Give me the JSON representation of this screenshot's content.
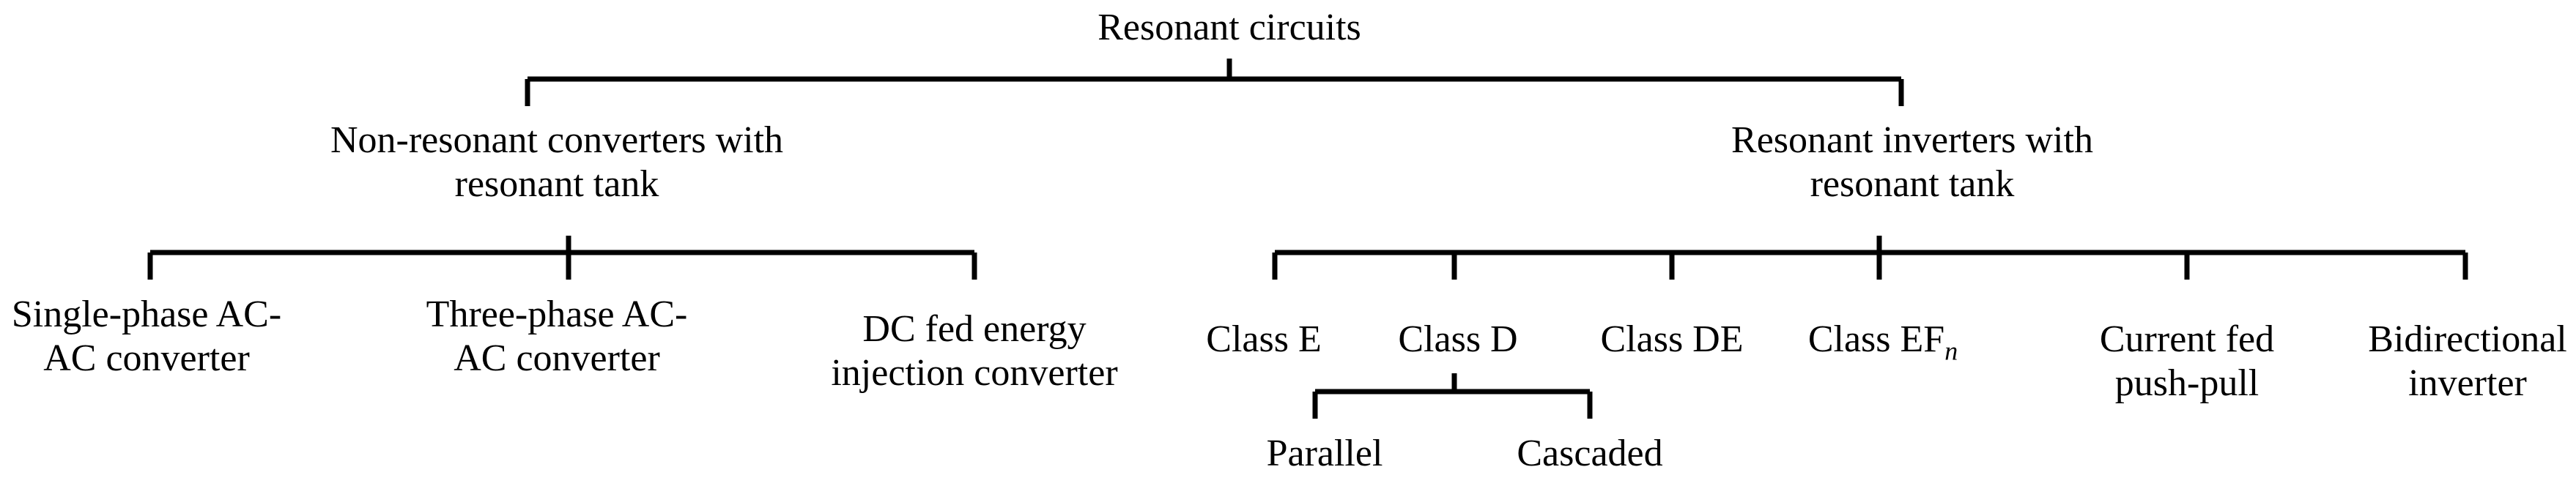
{
  "diagram": {
    "root": "Resonant circuits",
    "left_branch": {
      "line1": "Non-resonant converters with",
      "line2": "resonant tank",
      "children": [
        {
          "line1": "Single-phase AC-",
          "line2": "AC converter"
        },
        {
          "line1": "Three-phase AC-",
          "line2": "AC converter"
        },
        {
          "line1": "DC fed energy",
          "line2": "injection converter"
        }
      ]
    },
    "right_branch": {
      "line1": "Resonant inverters with",
      "line2": "resonant tank",
      "children": {
        "class_e": "Class E",
        "class_d": "Class D",
        "class_de": "Class DE",
        "class_ef_prefix": "Class EF",
        "class_ef_subscript": "n",
        "current_fed": {
          "line1": "Current fed",
          "line2": "push-pull"
        },
        "bidirectional": {
          "line1": "Bidirectional",
          "line2": "inverter"
        }
      },
      "class_d_children": [
        "Parallel",
        "Cascaded"
      ]
    }
  }
}
